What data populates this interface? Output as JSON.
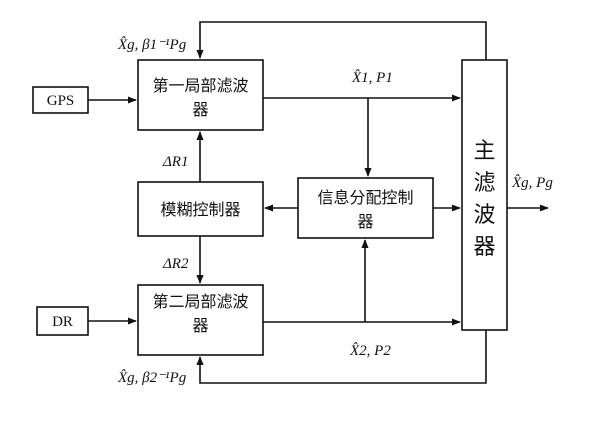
{
  "blocks": {
    "gps": "GPS",
    "dr": "DR",
    "local_filter_1": {
      "line1": "第一局部滤波",
      "line2": "器"
    },
    "local_filter_2": {
      "line1": "第二局部滤波",
      "line2": "器"
    },
    "fuzzy_controller": "模糊控制器",
    "info_distribution": {
      "line1": "信息分配控制",
      "line2": "器"
    },
    "main_filter": [
      "主",
      "滤",
      "波",
      "器"
    ]
  },
  "signals": {
    "feedback_top": "X̂g, β1⁻¹Pg",
    "feedback_bottom": "X̂g, β2⁻¹Pg",
    "local_out_1": "X̂1, P1",
    "local_out_2": "X̂2, P2",
    "global_out": "X̂g, Pg",
    "delta_r1": "ΔR1",
    "delta_r2": "ΔR2"
  }
}
